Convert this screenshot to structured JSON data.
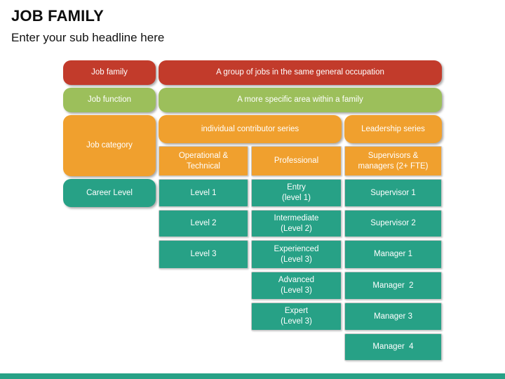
{
  "header": {
    "title": "JOB FAMILY",
    "subtitle": "Enter your sub headline here"
  },
  "colors": {
    "red": "#c23b2b",
    "green": "#9cbf5b",
    "orange": "#f0a02e",
    "teal": "#27a186",
    "accent_bar": "#27a186"
  },
  "matrix": {
    "row_family": {
      "label": "Job family",
      "value": "A group of jobs in the same general occupation"
    },
    "row_function": {
      "label": "Job function",
      "value": "A more specific area within a family"
    },
    "row_category": {
      "label": "Job category",
      "series": {
        "individual_contributor": "individual contributor series",
        "leadership": "Leadership series"
      },
      "columns": {
        "operational": "Operational &\nTechnical",
        "professional": "Professional",
        "supervisors": "Supervisors &\nmanagers (2+ FTE)"
      }
    },
    "row_career": {
      "label": "Career Level",
      "levels": [
        [
          "Level 1",
          "Entry\n(level 1)",
          "Supervisor 1"
        ],
        [
          "Level 2",
          "Intermediate\n(Level 2)",
          "Supervisor 2"
        ],
        [
          "Level 3",
          "Experienced\n(Level 3)",
          "Manager 1"
        ],
        [
          "",
          "Advanced\n(Level 3)",
          "Manager  2"
        ],
        [
          "",
          "Expert\n(Level 3)",
          "Manager 3"
        ],
        [
          "",
          "",
          "Manager  4"
        ]
      ]
    }
  }
}
